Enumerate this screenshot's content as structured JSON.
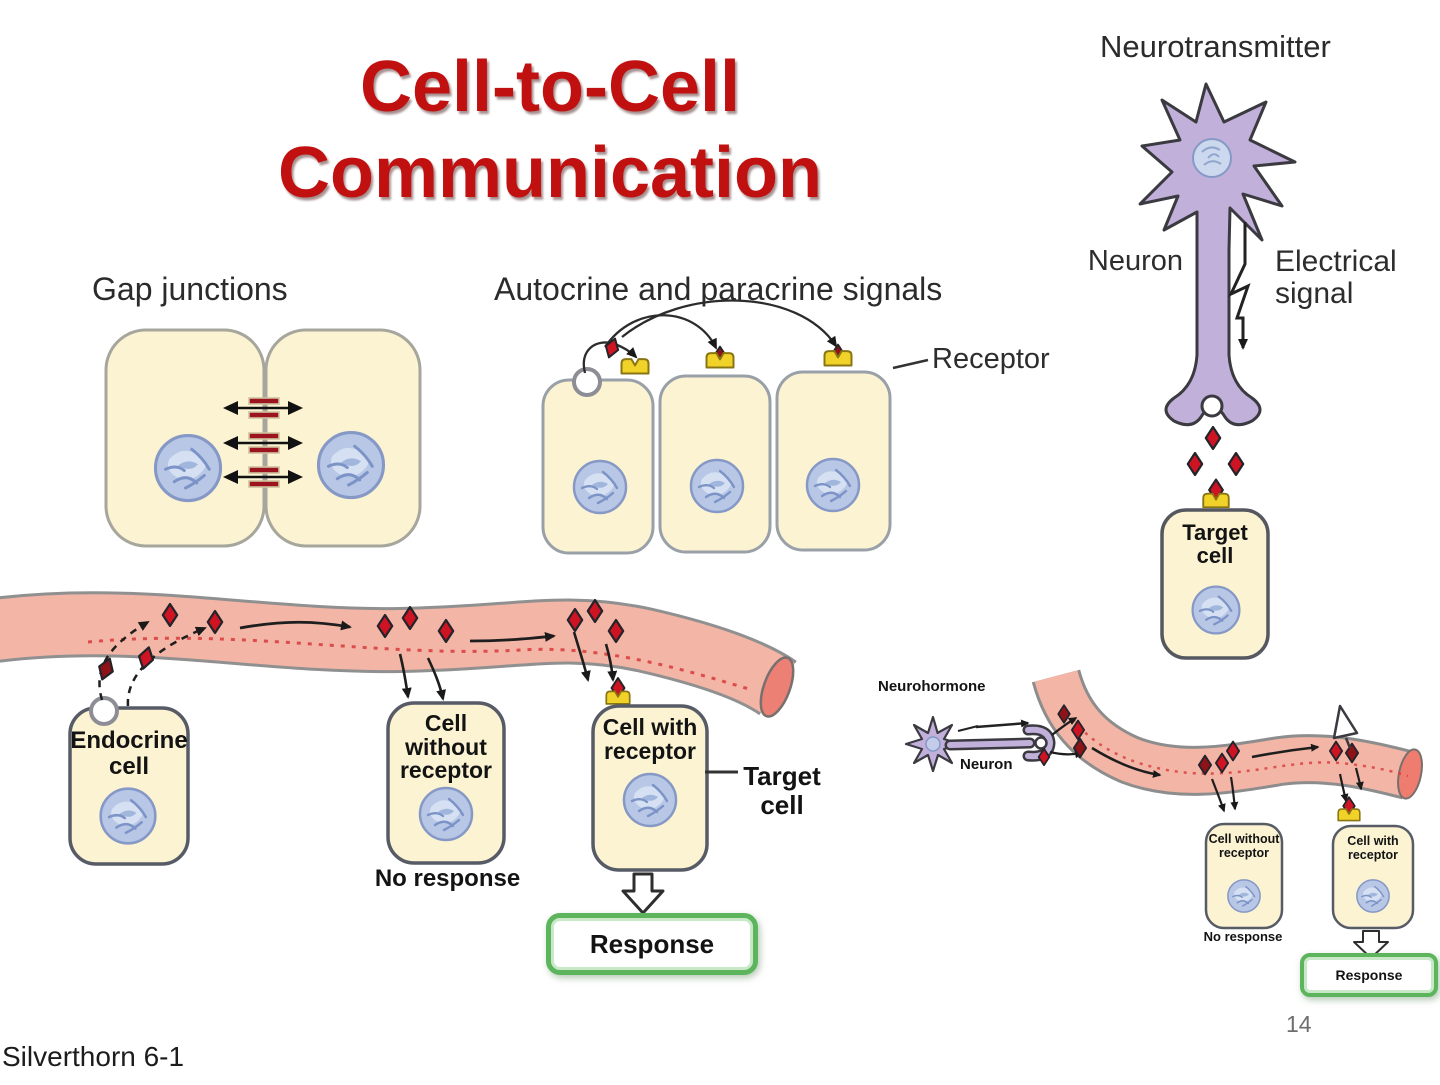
{
  "slide": {
    "title": "Cell-to-Cell Communication",
    "credit": "Silverthorn 6-1",
    "page_number": "14"
  },
  "gap_junctions": {
    "heading": "Gap junctions"
  },
  "autocrine": {
    "heading": "Autocrine and paracrine signals",
    "receptor_label": "Receptor"
  },
  "neurotransmitter": {
    "heading": "Neurotransmitter",
    "neuron_label": "Neuron",
    "electrical_signal_label": "Electrical signal",
    "target_cell_label": "Target cell"
  },
  "endocrine": {
    "endocrine_cell_label": "Endocrine cell",
    "cell_without_receptor_label": "Cell without receptor",
    "no_response_label": "No response",
    "cell_with_receptor_label": "Cell with receptor",
    "target_cell_label": "Target cell",
    "response_label": "Response"
  },
  "neurohormone": {
    "heading": "Neurohormone",
    "neuron_label": "Neuron",
    "cell_without_receptor_label": "Cell without receptor",
    "no_response_label": "No response",
    "cell_with_receptor_label": "Cell with receptor",
    "response_label": "Response"
  },
  "colors": {
    "title_red": "#c01010",
    "cell_fill": "#fbf3d2",
    "nucleus_blue": "#b9c7e6",
    "vessel_pink": "#f3b5a6",
    "vessel_end_cap": "#ec8074",
    "hormone_diamond_red": "#ce1423",
    "receptor_yellow": "#f1d229",
    "neuron_purple": "#c0b0da",
    "response_green": "#5cb55c"
  }
}
